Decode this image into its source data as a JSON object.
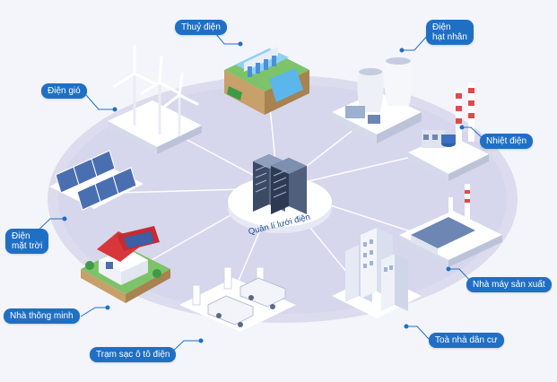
{
  "center": {
    "label": "Quản lí lưới điện"
  },
  "labels": {
    "hydro": "Thuỷ điện",
    "nuclear": "Điện\nhạt nhân",
    "wind": "Điện gió",
    "thermal": "Nhiệt điện",
    "solar": "Điện\nmặt trời",
    "factory": "Nhà máy sản xuất",
    "smart_home": "Nhà thông minh",
    "building": "Toà nhà dân cư",
    "charging": "Trạm sạc ô tô điện"
  },
  "colors": {
    "label_bg": "#1f6fc5",
    "ellipse": "#dcdcef",
    "connector": "#ffffff"
  }
}
